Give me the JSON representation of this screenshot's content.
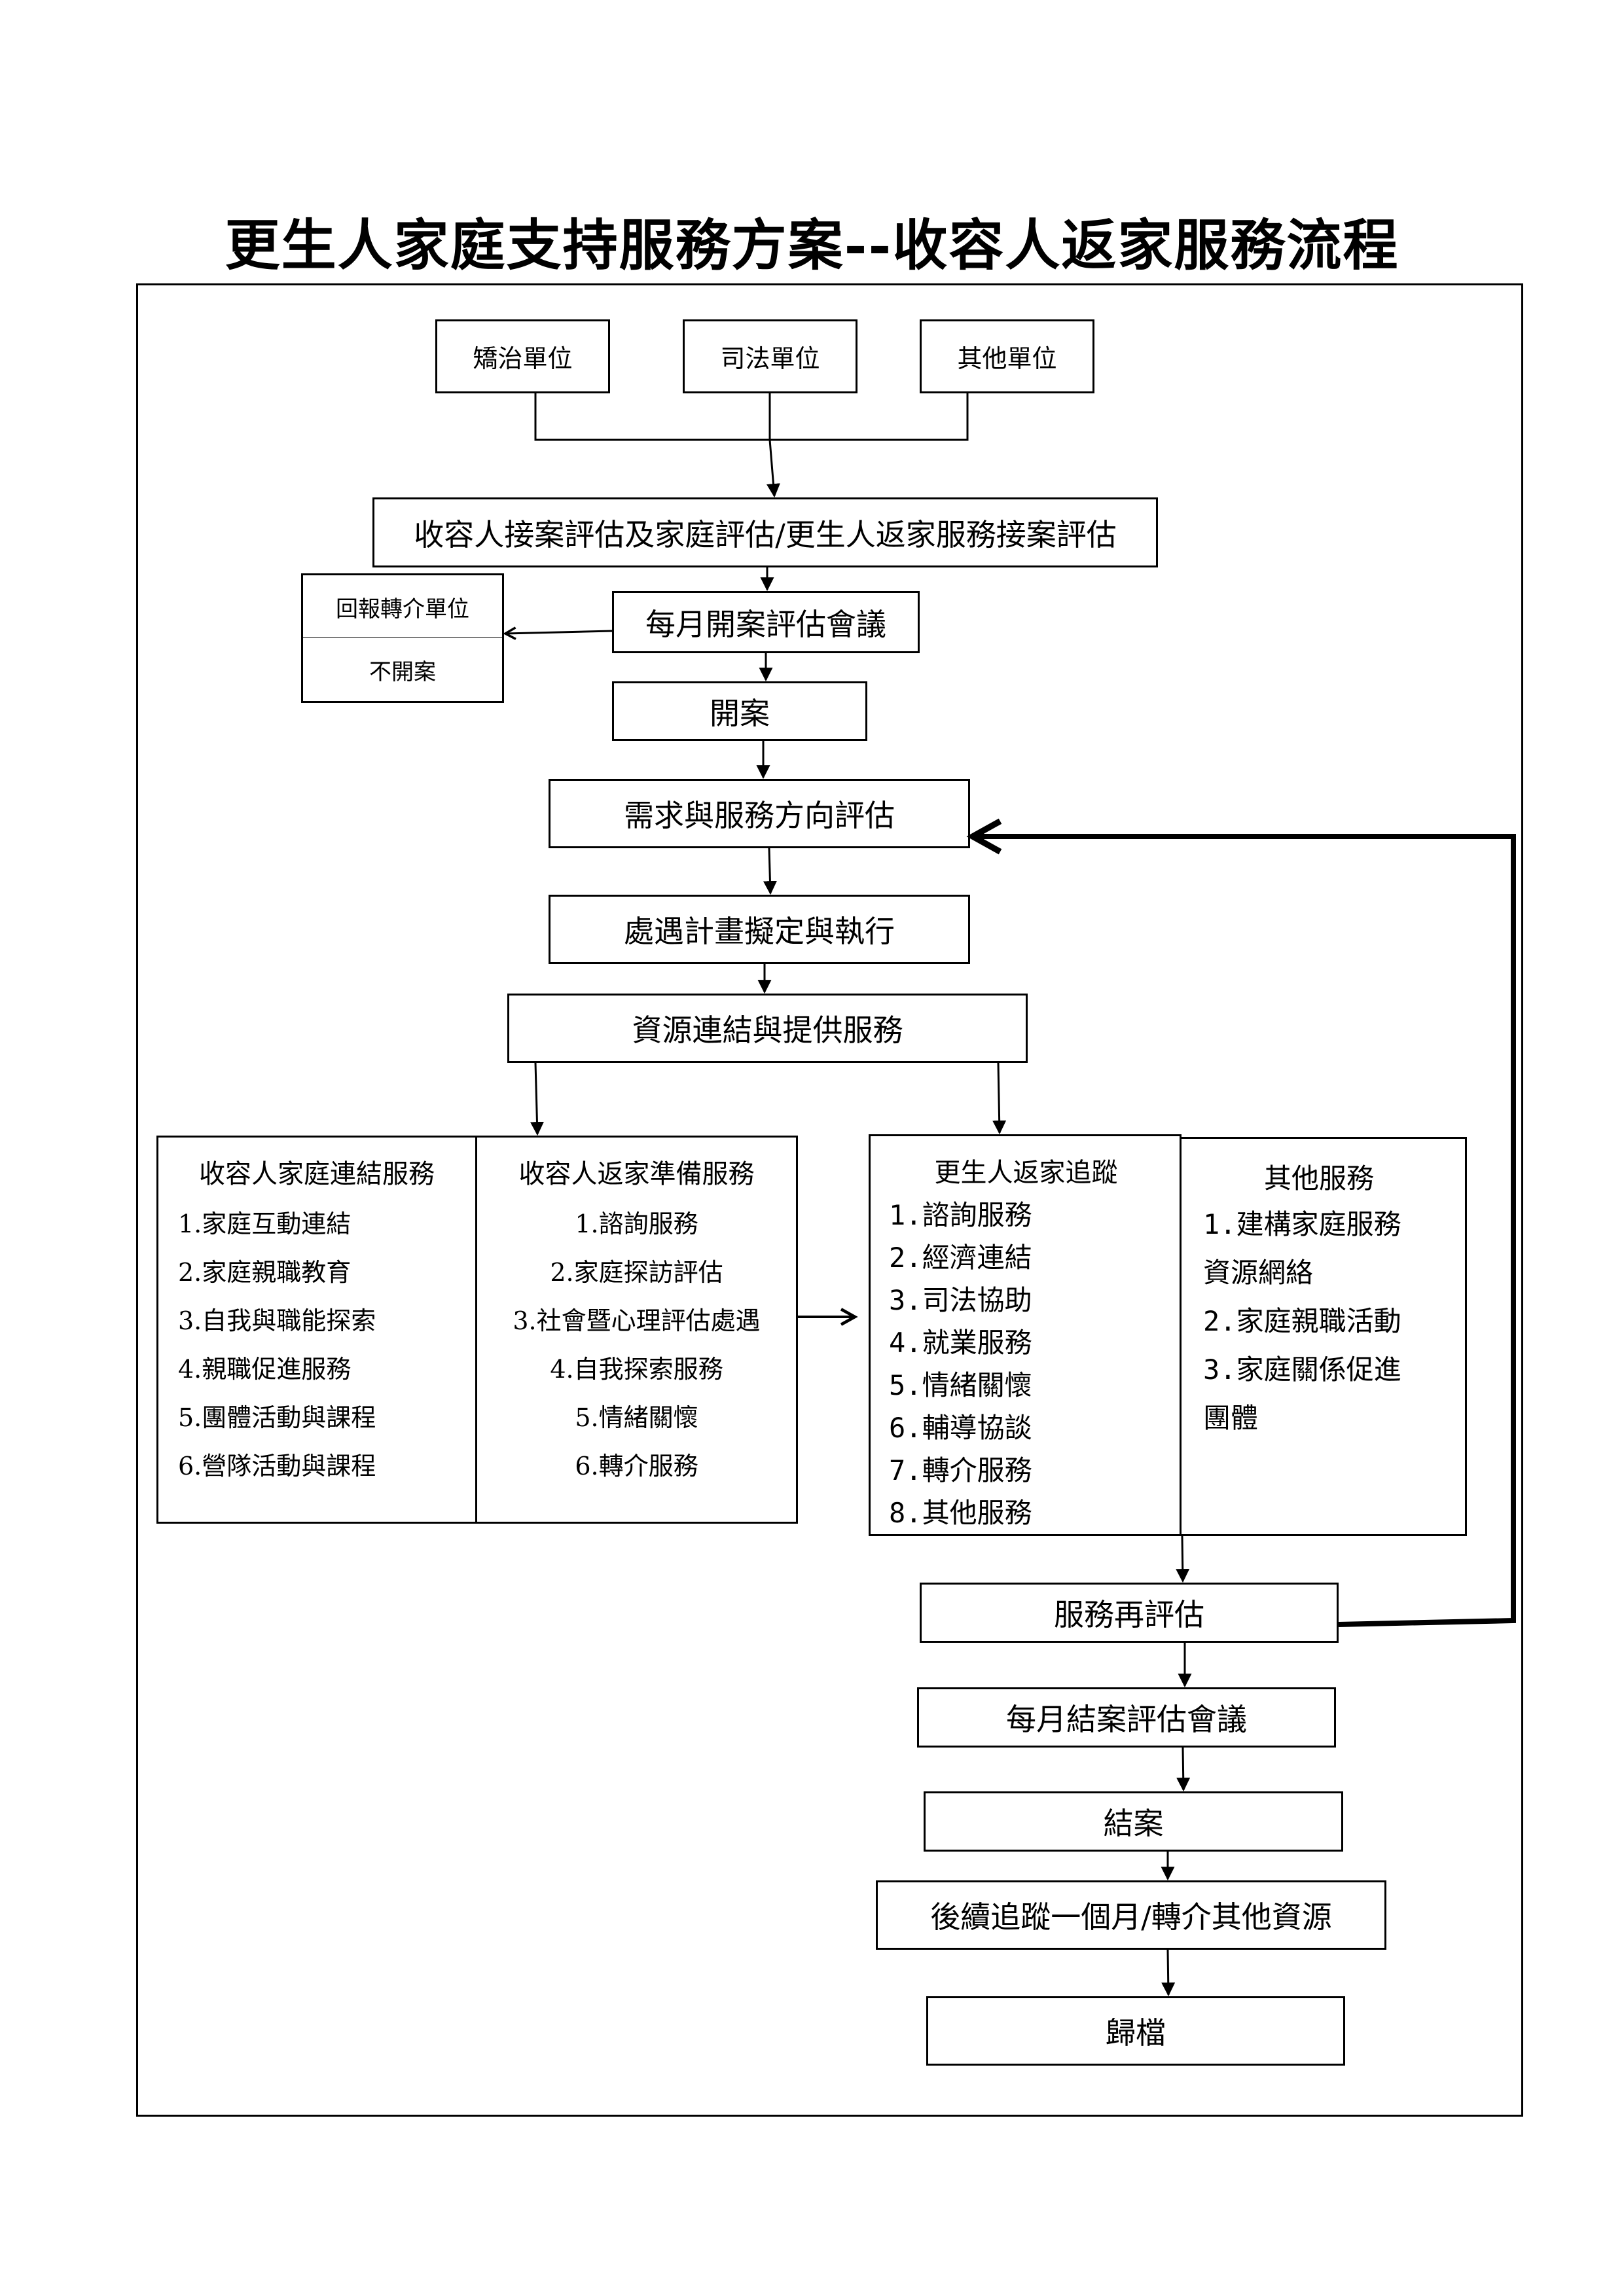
{
  "title": "更生人家庭支持服務方案--收容人返家服務流程",
  "sources": [
    "矯治單位",
    "司法單位",
    "其他單位"
  ],
  "steps": {
    "intake": "收容人接案評估及家庭評估/更生人返家服務接案評估",
    "monthly_open": "每月開案評估會議",
    "report_back": "回報轉介單位",
    "not_open": "不開案",
    "open_case": "開案",
    "needs": "需求與服務方向評估",
    "plan": "處遇計畫擬定與執行",
    "resources": "資源連結與提供服務",
    "reassess": "服務再評估",
    "monthly_close": "每月結案評估會議",
    "close_case": "結案",
    "followup": "後續追蹤一個月/轉介其他資源",
    "archive": "歸檔"
  },
  "columns": {
    "family": {
      "header": "收容人家庭連結服務",
      "items": [
        "1.家庭互動連結",
        "2.家庭親職教育",
        "3.自我與職能探索",
        "4.親職促進服務",
        "5.團體活動與課程",
        "6.營隊活動與課程"
      ]
    },
    "prepare": {
      "header": "收容人返家準備服務",
      "items": [
        "1.諮詢服務",
        "2.家庭探訪評估",
        "3.社會暨心理評估處遇",
        "4.自我探索服務",
        "5.情緒關懷",
        "6.轉介服務"
      ]
    },
    "tracking": {
      "header": "更生人返家追蹤",
      "items": [
        "1.諮詢服務",
        "2.經濟連結",
        "3.司法協助",
        "4.就業服務",
        "5.情緒關懷",
        "6.輔導協談",
        "7.轉介服務",
        "8.其他服務"
      ]
    },
    "other": {
      "header": "其他服務",
      "items": [
        "1.建構家庭服務",
        "資源網絡",
        "2.家庭親職活動",
        "3.家庭關係促進",
        "團體"
      ]
    }
  }
}
